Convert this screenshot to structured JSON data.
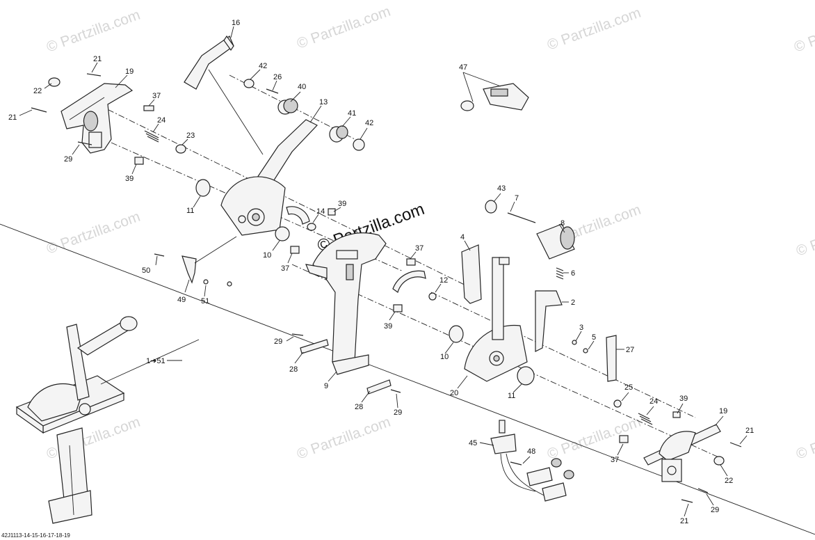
{
  "diagram": {
    "reference_code": "42J1113-14-15-16-17-18-19",
    "assembly_callout": "1➔51",
    "watermark": "© Partzilla.com",
    "watermark_center": "© Partzilla.com",
    "callouts": {
      "c2": "2",
      "c3": "3",
      "c4": "4",
      "c5": "5",
      "c6": "6",
      "c7": "7",
      "c8": "8",
      "c9": "9",
      "c10a": "10",
      "c10b": "10",
      "c11a": "11",
      "c11b": "11",
      "c12": "12",
      "c13": "13",
      "c14": "14",
      "c16": "16",
      "c19a": "19",
      "c19b": "19",
      "c20": "20",
      "c21a": "21",
      "c21b": "21",
      "c21c": "21",
      "c21d": "21",
      "c22a": "22",
      "c22b": "22",
      "c23": "23",
      "c24a": "24",
      "c24b": "24",
      "c25": "25",
      "c26": "26",
      "c27": "27",
      "c28a": "28",
      "c28b": "28",
      "c29a": "29",
      "c29b": "29",
      "c29c": "29",
      "c29d": "29",
      "c37a": "37",
      "c37b": "37",
      "c37c": "37",
      "c37d": "37",
      "c39a": "39",
      "c39b": "39",
      "c39c": "39",
      "c39d": "39",
      "c40": "40",
      "c41": "41",
      "c42a": "42",
      "c42b": "42",
      "c43": "43",
      "c45": "45",
      "c47": "47",
      "c48": "48",
      "c49": "49",
      "c50": "50",
      "c51": "51"
    }
  }
}
